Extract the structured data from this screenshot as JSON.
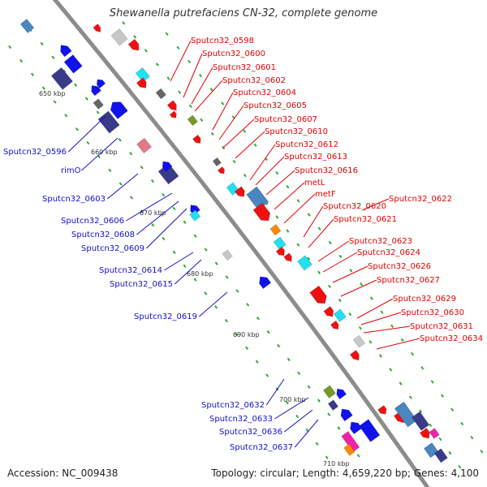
{
  "title": "Shewanella putrefaciens CN-32, complete genome",
  "accession": "Accession: NC_009438",
  "summary": "Topology: circular; Length: 4,659,220 bp; Genes: 4,100",
  "colors": {
    "backbone": "#8c8c8c",
    "label_forward": "#e00000",
    "label_reverse": "#1010cc",
    "tick_dots": "#33aa33",
    "gene_red": "#ee1111",
    "gene_blue": "#1111ee",
    "gene_navy": "#3a3a8a",
    "gene_steel": "#4a86c0",
    "gene_cyan": "#22e0f0",
    "gene_gray": "#666666",
    "gene_light_gray": "#c8c8c8",
    "gene_olive": "#77992a",
    "gene_pink": "#e07a8a",
    "gene_magenta": "#ee22aa",
    "gene_orange": "#ff8800"
  },
  "scale_labels": [
    "650 kbp",
    "660 kbp",
    "670 kbp",
    "680 kbp",
    "690 kbp",
    "700 kbp",
    "710 kbp"
  ],
  "forward_labels": [
    "Sputcn32_0598",
    "Sputcn32_0600",
    "Sputcn32_0601",
    "Sputcn32_0602",
    "Sputcn32_0604",
    "Sputcn32_0605",
    "Sputcn32_0607",
    "Sputcn32_0610",
    "Sputcn32_0612",
    "Sputcn32_0613",
    "Sputcn32_0616",
    "metL",
    "metF",
    "Sputcn32_0620",
    "Sputcn32_0622",
    "Sputcn32_0621",
    "Sputcn32_0623",
    "Sputcn32_0624",
    "Sputcn32_0626",
    "Sputcn32_0627",
    "Sputcn32_0629",
    "Sputcn32_0630",
    "Sputcn32_0631",
    "Sputcn32_0634"
  ],
  "reverse_labels": [
    "Sputcn32_0596",
    "rimO",
    "Sputcn32_0603",
    "Sputcn32_0606",
    "Sputcn32_0608",
    "Sputcn32_0609",
    "Sputcn32_0614",
    "Sputcn32_0615",
    "Sputcn32_0619",
    "Sputcn32_0632",
    "Sputcn32_0633",
    "Sputcn32_0636",
    "Sputcn32_0637"
  ]
}
